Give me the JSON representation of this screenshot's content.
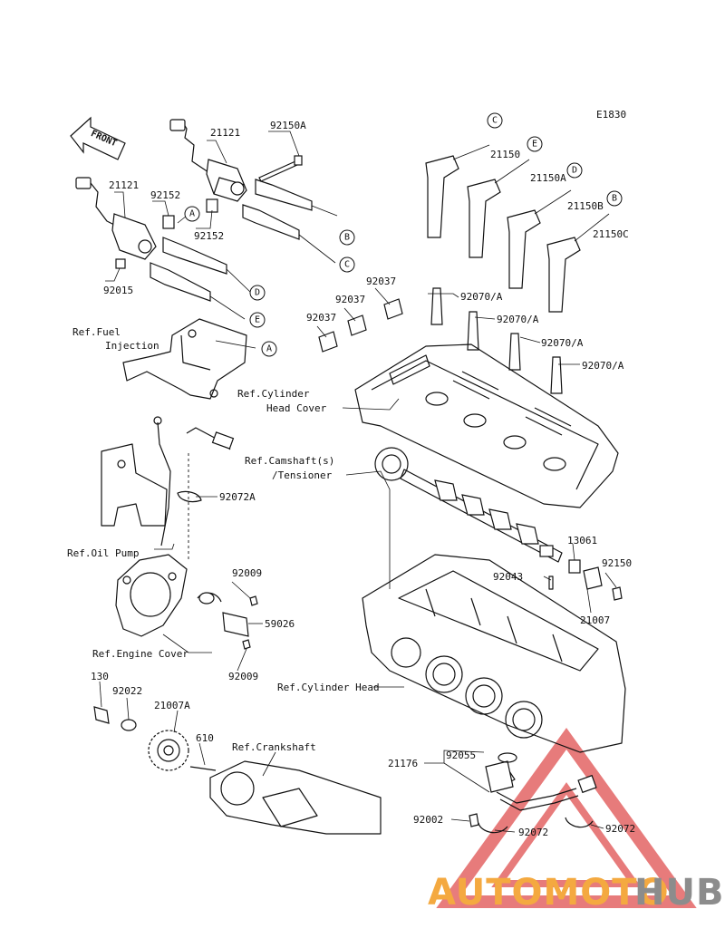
{
  "diagram_code": "E1830",
  "front_label": "FRONT",
  "parts": {
    "p21121_top": "21121",
    "p21121_left": "21121",
    "p92150A": "92150A",
    "p92152_a": "92152",
    "p92152_b": "92152",
    "p92015": "92015",
    "p21150": "21150",
    "p21150A": "21150A",
    "p21150B": "21150B",
    "p21150C": "21150C",
    "p92037_a": "92037",
    "p92037_b": "92037",
    "p92037_c": "92037",
    "p92070A_1": "92070/A",
    "p92070A_2": "92070/A",
    "p92070A_3": "92070/A",
    "p92070A_4": "92070/A",
    "p92072A": "92072A",
    "p13061": "13061",
    "p92150": "92150",
    "p92043": "92043",
    "p21007": "21007",
    "p92009_a": "92009",
    "p59026": "59026",
    "p92009_b": "92009",
    "p130": "130",
    "p92022": "92022",
    "p21007A": "21007A",
    "p610": "610",
    "p21176": "21176",
    "p92055": "92055",
    "p92002": "92002",
    "p92072_a": "92072",
    "p92072_b": "92072"
  },
  "refs": {
    "fuel_1": "Ref.Fuel",
    "fuel_2": "Injection",
    "head_cover_1": "Ref.Cylinder",
    "head_cover_2": "Head Cover",
    "camshaft_1": "Ref.Camshaft(s)",
    "camshaft_2": "/Tensioner",
    "oil_pump": "Ref.Oil Pump",
    "engine_cover": "Ref.Engine Cover",
    "cylinder_head": "Ref.Cylinder Head",
    "crankshaft": "Ref.Crankshaft"
  },
  "callouts": {
    "c_top": "C",
    "e_top": "E",
    "d_top": "D",
    "b_top": "B",
    "a_coil": "A",
    "b_coil": "B",
    "c_coil": "C",
    "d_coil": "D",
    "e_coil": "E",
    "a_bracket": "A"
  },
  "watermark": {
    "part1": "AUTOMOTO",
    "part2": "HUB",
    "color1": "#f4a940",
    "color2": "#8c8c8c",
    "triangle_color": "#e05050"
  }
}
